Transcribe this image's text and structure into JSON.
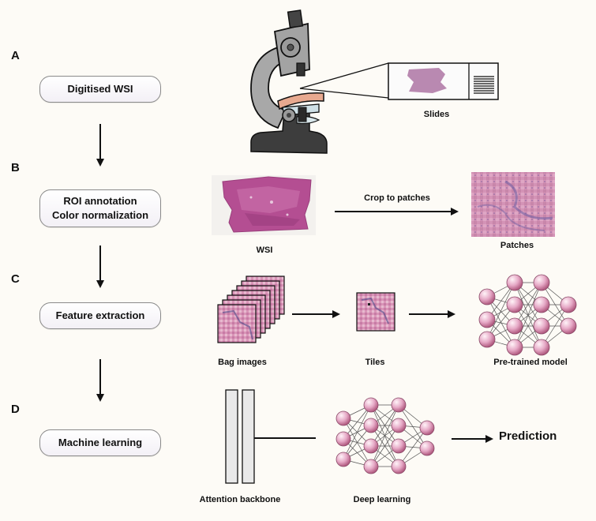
{
  "steps": {
    "a": {
      "letter": "A",
      "box": "Digitised WSI"
    },
    "b": {
      "letter": "B",
      "box_line1": "ROI annotation",
      "box_line2": "Color normalization"
    },
    "c": {
      "letter": "C",
      "box": "Feature extraction"
    },
    "d": {
      "letter": "D",
      "box": "Machine learning"
    }
  },
  "labels": {
    "slides": "Slides",
    "wsi": "WSI",
    "crop": "Crop to patches",
    "patches": "Patches",
    "bag_images": "Bag images",
    "tiles": "Tiles",
    "pretrained": "Pre-trained model",
    "attention": "Attention backbone",
    "deep_learning": "Deep learning",
    "prediction": "Prediction"
  },
  "colors": {
    "tissue": "#b4488f",
    "tissue_light": "#e3b3cd",
    "node": "#e4a7c4",
    "microscope_gray": "#a3a3a3",
    "microscope_dark": "#3d3d3d"
  }
}
